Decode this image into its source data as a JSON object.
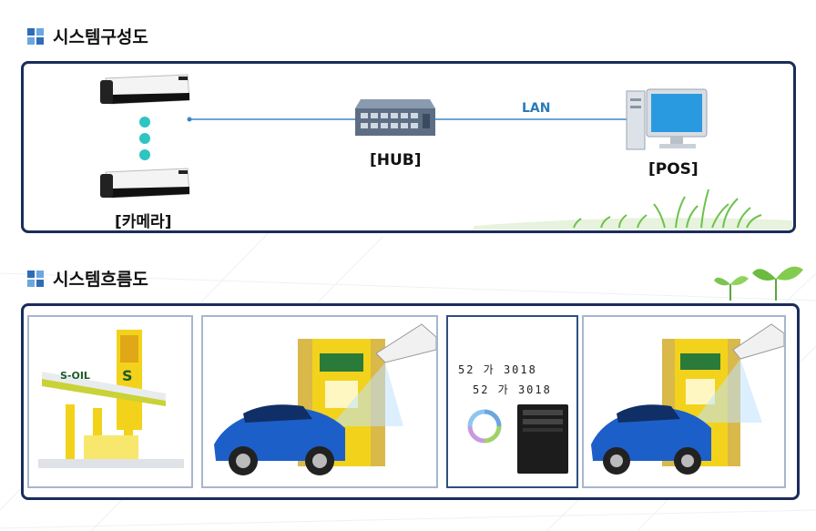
{
  "section1": {
    "title": "시스템구성도"
  },
  "section2": {
    "title": "시스템흐름도"
  },
  "config": {
    "camera_label": "[카메라]",
    "hub_label": "[HUB]",
    "pos_label": "[POS]",
    "lan_label": "LAN"
  },
  "flow": {
    "plate_top": "52 가 3018",
    "plate_bottom": "52 가 3018",
    "brand": "S-OIL"
  },
  "colors": {
    "panel_border": "#1a2c5b",
    "accent_blue": "#2a7ab8",
    "dot_teal": "#2ec4c4",
    "grass": "#6cc24a",
    "car_blue": "#1d5fc9",
    "soil_yellow": "#f3d21c"
  }
}
